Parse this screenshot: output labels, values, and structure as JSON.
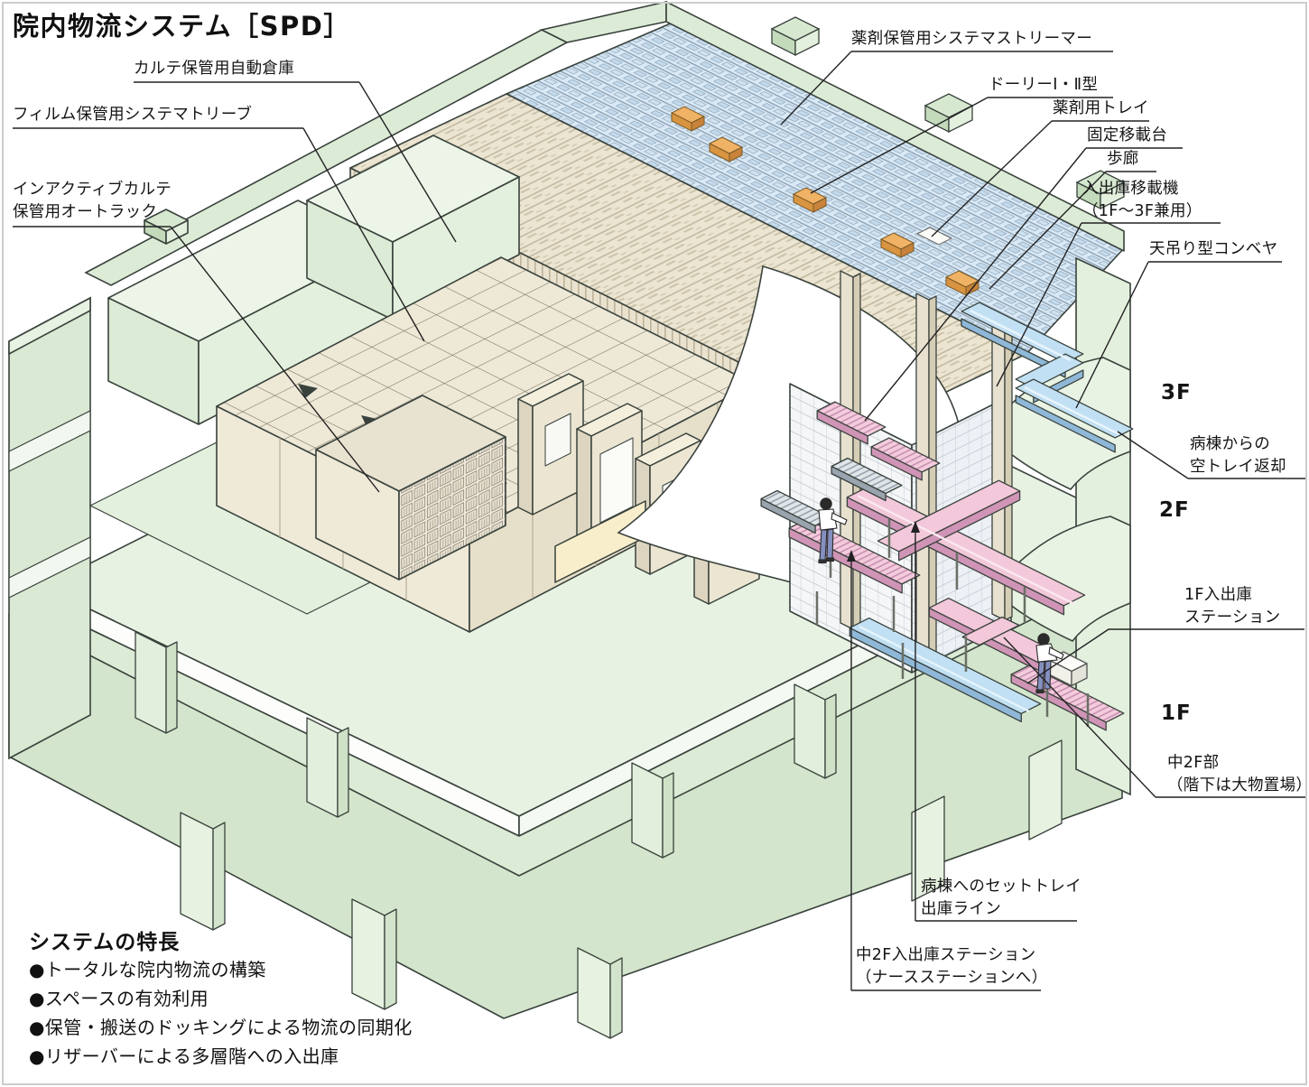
{
  "title": "院内物流システム［SPD］",
  "labels": {
    "karte": "カルテ保管用自動倉庫",
    "film": "フィルム保管用システマトリーブ",
    "inactive": "インアクティブカルテ\n保管用オートラック",
    "drug_storage": "薬剤保管用システマストリーマー",
    "dolly": "ドーリーⅠ・Ⅱ型",
    "drug_tray": "薬剤用トレイ",
    "fixed_stand": "固定移載台",
    "walkway": "歩廊",
    "transfer_machine": "入出庫移載機\n（1F～3F兼用）",
    "ceiling_conveyor": "天吊り型コンベヤ",
    "empty_tray_return": "病棟からの\n空トレイ返却",
    "station_1f": "1F入出庫\nステーション",
    "mezzanine": "中2F部\n（階下は大物置場）",
    "set_tray_line": "病棟へのセットトレイ\n出庫ライン",
    "mezzanine_station": "中2F入出庫ステーション\n（ナースステーションへ）"
  },
  "floors": [
    "3F",
    "2F",
    "1F"
  ],
  "features": {
    "heading": "システムの特長",
    "items": [
      "●トータルな院内物流の構築",
      "●スペースの有効利用",
      "●保管・搬送のドッキングによる物流の同期化",
      "●リザーバーによる多層階への入出庫"
    ]
  },
  "colors": {
    "building_green": "#dcebd6",
    "building_green_light": "#e8f2e3",
    "conveyor_pink": "#f2c8da",
    "conveyor_blue": "#c2e0f4",
    "shelf_beige": "#ece5d2",
    "rack_blue": "#d9e9f6",
    "dolly_orange": "#f0b264",
    "outline": "#39423c"
  }
}
